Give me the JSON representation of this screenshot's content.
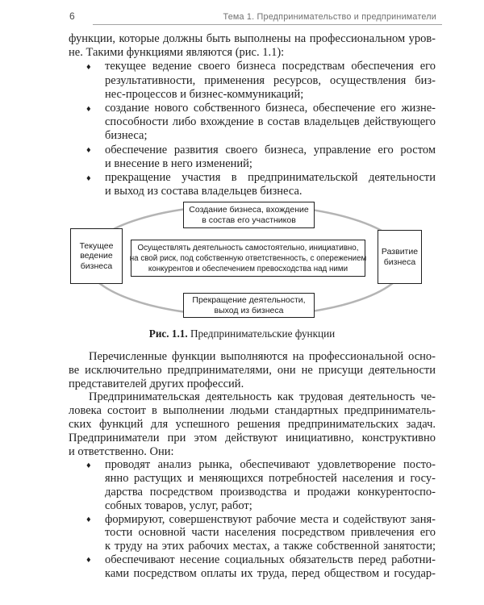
{
  "header": {
    "page_number": "6",
    "running_title": "Тема 1. Предпринимательство и предприниматели"
  },
  "bullet_char": "♦",
  "content_top": {
    "lines": [
      "функции, которые должны быть выполнены на профессиональном уров-",
      "не. Такими функциями являются (рис. 1.1):",
      "текущее ведение своего бизнеса посредствам обеспечения его",
      "результативности, применения ресурсов, осуществления биз-",
      "нес-процессов и бизнес-коммуникаций;",
      "создание нового собственного бизнеса, обеспечение его жизне-",
      "способности либо вхождение в состав владельцев действующего",
      "бизнеса;",
      "обеспечение развития своего бизнеса, управление его ростом",
      "и внесение в него изменений;",
      "прекращение участия в предпринимательской деятельности",
      "и выход из состава владельцев бизнеса."
    ]
  },
  "figure": {
    "top_box": {
      "lines": [
        "Создание бизнеса, вхождение",
        "в состав его участников"
      ]
    },
    "left_box": {
      "lines": [
        "Текущее",
        "ведение",
        "бизнеса"
      ]
    },
    "center_box": {
      "lines": [
        "Осуществлять деятельность самостоятельно, инициативно,",
        "на свой риск, под собственную ответственность, с опережением",
        "конкурентов и обеспечением превосходства над ними"
      ]
    },
    "right_box": {
      "lines": [
        "Развитие",
        "бизнеса"
      ]
    },
    "bottom_box": {
      "lines": [
        "Прекращение деятельности,",
        "выход из бизнеса"
      ]
    },
    "caption": {
      "label": "Рис. 1.1.",
      "text": "Предпринимательские функции"
    }
  },
  "content_bottom": {
    "lines": [
      "Перечисленные функции выполняются на профессиональной осно-",
      "ве исключительно предпринимателями, они не присущи деятельности",
      "представителей других профессий.",
      "Предпринимательская деятельность как трудовая деятельность че-",
      "ловека состоит в выполнении людьми стандартных предприниматель-",
      "ских функций для успешного решения предпринимательских задач.",
      "Предприниматели при этом действуют инициативно, конструктивно",
      "и ответственно. Они:",
      "проводят анализ рынка, обеспечивают удовлетворение посто-",
      "янно растущих и меняющихся потребностей населения и госу-",
      "дарства посредством производства и продажи конкурентоспо-",
      "собных товаров, услуг, работ;",
      "формируют, совершенствуют рабочие места и содействуют заня-",
      "тости основной части населения посредством привлечения его",
      "к труду на этих рабочих местах, а также собственной занятости;",
      "обеспечивают несение социальных обязательств перед работни-",
      "ками посредством оплаты их труда, перед обществом и государ-"
    ]
  },
  "colors": {
    "page_bg": "#ffffff",
    "text": "#1e1e1e",
    "header_gray": "#707070",
    "rule": "#a3a3a3",
    "box_border": "#1f1f1f",
    "ellipse": "#b4b4b4"
  }
}
